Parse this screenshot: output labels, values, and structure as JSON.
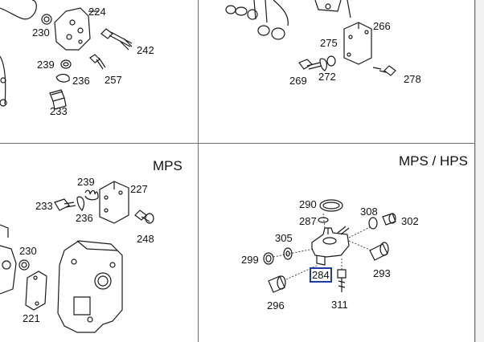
{
  "panels": {
    "top_left": {
      "labels": [
        "224",
        "230",
        "239",
        "236",
        "242",
        "257",
        "233"
      ]
    },
    "top_right": {
      "labels": [
        "266",
        "275",
        "269",
        "272",
        "278"
      ]
    },
    "bottom_left": {
      "title": "MPS",
      "labels": [
        "239",
        "227",
        "233",
        "236",
        "248",
        "230",
        "221"
      ]
    },
    "bottom_right": {
      "title": "MPS / HPS",
      "labels": [
        "290",
        "287",
        "308",
        "302",
        "305",
        "299",
        "293",
        "284",
        "296",
        "311"
      ]
    }
  },
  "highlighted_part": "284",
  "colors": {
    "line": "#1a1a1a",
    "divider": "#6e6e6e",
    "highlight_border": "#1f3aa8",
    "background": "#ffffff"
  }
}
